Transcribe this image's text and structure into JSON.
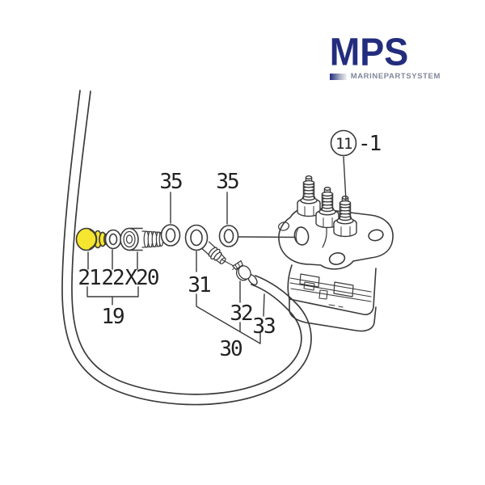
{
  "logo": {
    "title": "MPS",
    "subtitle": "MARINEPARTSYSTEM",
    "title_color": "#232d7e",
    "subtitle_color": "#82879a"
  },
  "diagram": {
    "line_color": "#3a3a3a",
    "highlight_color": "#f6e52e",
    "callout": {
      "number": "11",
      "suffix": "-1"
    },
    "labels": {
      "washer_top_left": "35",
      "washer_top_right": "35",
      "plug": "21",
      "small_washer": "22",
      "joint_bolt": "X20",
      "group_joint_assembly": "19",
      "banjo_fitting": "31",
      "hose_clamp": "32",
      "fuel_hose": "33",
      "group_hose_assembly": "30"
    }
  }
}
